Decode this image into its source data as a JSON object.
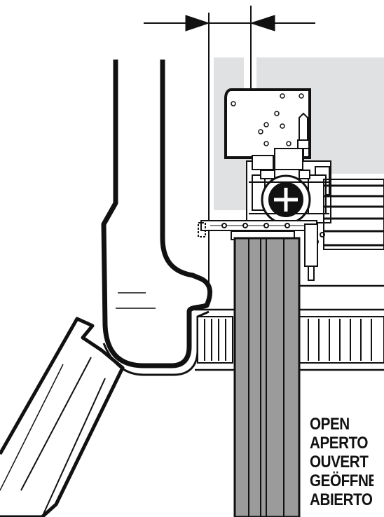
{
  "state_labels": [
    "OPEN",
    "APERTO",
    "OUVERT",
    "GEÖFFNET",
    "ABIERTO"
  ],
  "colors": {
    "line": "#111111",
    "panel": "#dfe1e3",
    "bar": "#9b9b9b",
    "background": "#ffffff"
  },
  "icons": {
    "dimension_arrows": "arrow-pair-icon",
    "hinge": "hinge-mechanism-icon",
    "screw": "screw-cross-icon"
  }
}
